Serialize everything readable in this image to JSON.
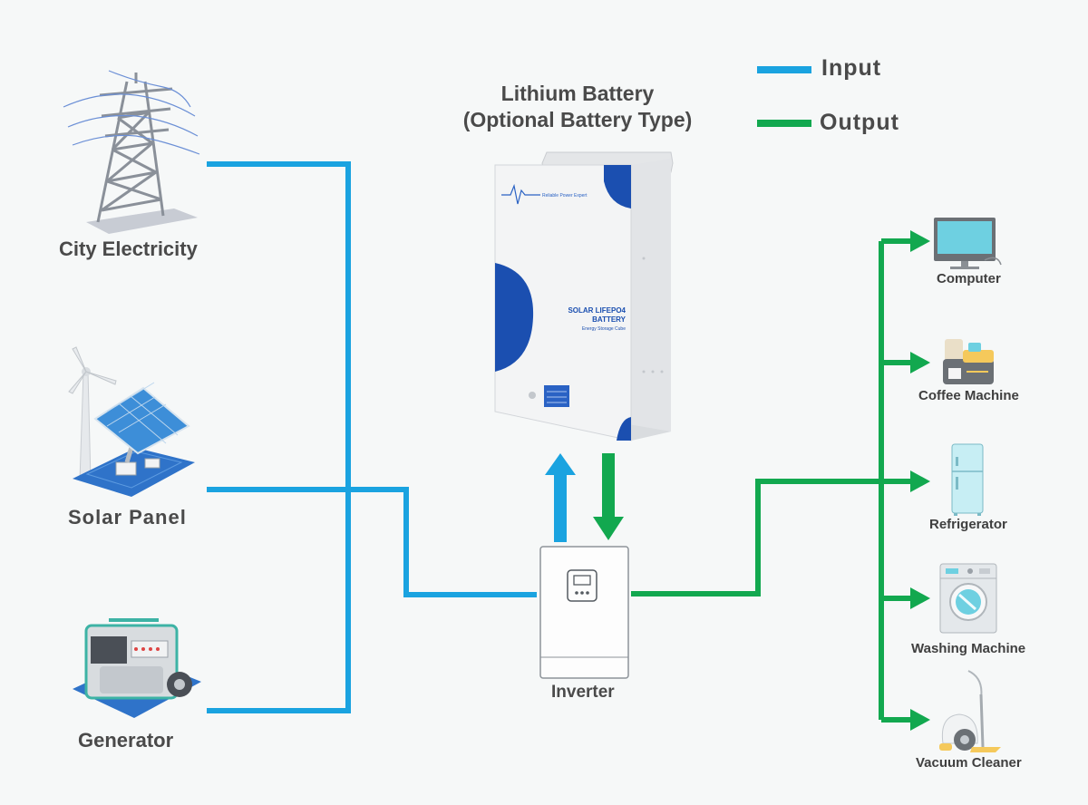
{
  "title": {
    "line1": "Lithium Battery",
    "line2": "(Optional Battery Type)"
  },
  "legend": {
    "input": {
      "label": "Input",
      "color": "#1aa3e0"
    },
    "output": {
      "label": "Output",
      "color": "#12a84f"
    }
  },
  "sources": {
    "city": "City  Electricity",
    "solar": "Solar Panel",
    "generator": "Generator"
  },
  "inverter": {
    "label": "Inverter"
  },
  "battery": {
    "brand": "Reliable Power Expert",
    "name_line1": "SOLAR LIFEPO4",
    "name_line2": "BATTERY",
    "subtitle": "Energy Storage Cube"
  },
  "devices": {
    "computer": "Computer",
    "coffee": "Coffee Machine",
    "fridge": "Refrigerator",
    "washer": "Washing Machine",
    "vacuum": "Vacuum Cleaner"
  },
  "icons": [
    "power-tower-icon",
    "wind-turbine-icon",
    "solar-panel-icon",
    "generator-icon",
    "battery-icon",
    "inverter-icon",
    "computer-icon",
    "coffee-machine-icon",
    "refrigerator-icon",
    "washing-machine-icon",
    "vacuum-cleaner-icon"
  ]
}
